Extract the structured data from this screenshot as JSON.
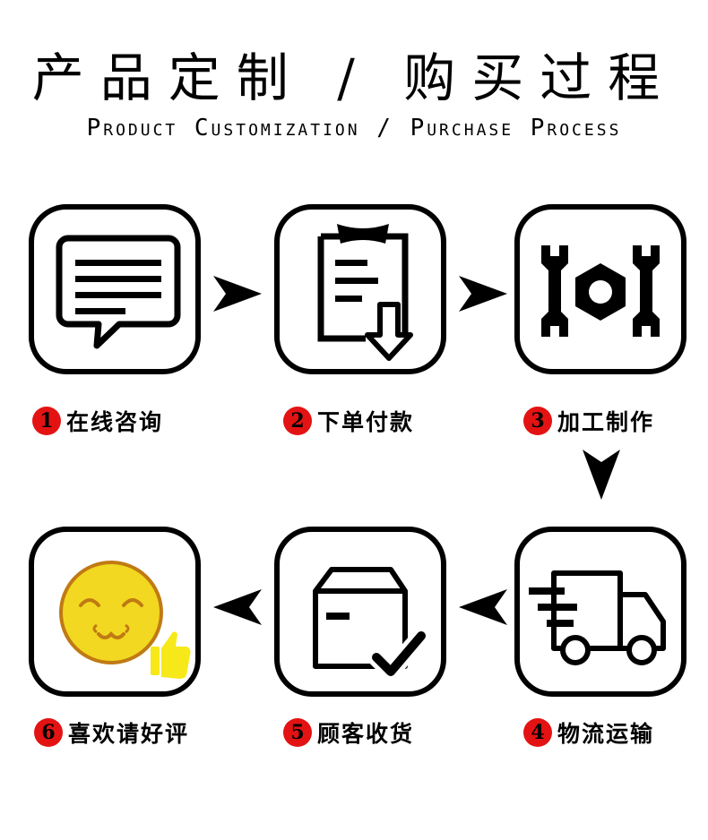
{
  "title_cn": "产品定制 / 购买过程",
  "title_en": "Product Customization / Purchase Process",
  "accent_color": "#e31313",
  "steps": [
    {
      "num": "1",
      "label": "在线咨询",
      "icon": "chat-icon"
    },
    {
      "num": "2",
      "label": "下单付款",
      "icon": "order-clipboard-icon"
    },
    {
      "num": "3",
      "label": "加工制作",
      "icon": "wrench-nut-icon"
    },
    {
      "num": "4",
      "label": "物流运输",
      "icon": "truck-icon"
    },
    {
      "num": "5",
      "label": "顾客收货",
      "icon": "package-check-icon"
    },
    {
      "num": "6",
      "label": "喜欢请好评",
      "icon": "smiley-thumbs-up-icon"
    }
  ]
}
